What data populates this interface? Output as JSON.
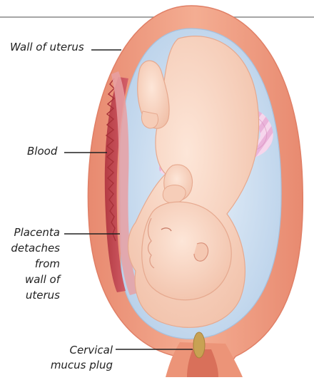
{
  "labels": {
    "wall_of_uterus": "Wall of uterus",
    "blood": "Blood",
    "placenta_line1": "Placenta",
    "placenta_line2": "detaches",
    "placenta_line3": "from",
    "placenta_line4": "wall of",
    "placenta_line5": "uterus",
    "cervical_line1": "Cervical",
    "cervical_line2": "mucus plug"
  },
  "colors": {
    "uterus_wall": "#ef9a7f",
    "amniotic_fluid": "#c9dcef",
    "fetus_skin": "#f8d8c6",
    "blood": "#c7494f",
    "placenta": "#e8a0a3",
    "umbilical_cord": "#e9a6d2",
    "mucus_plug": "#c8a253"
  }
}
